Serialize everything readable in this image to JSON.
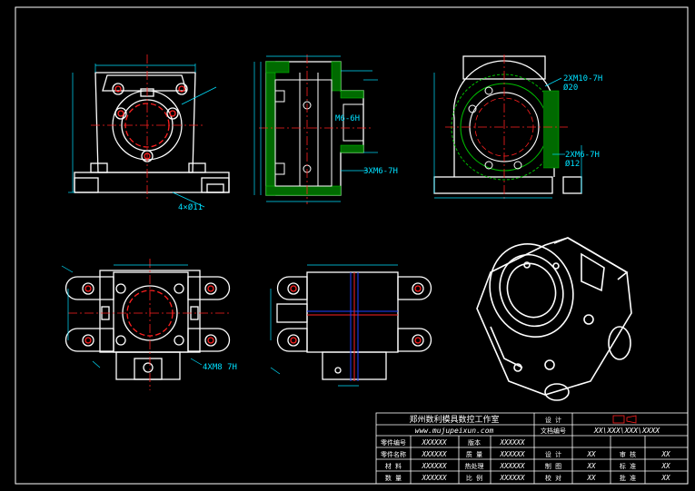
{
  "annotations": {
    "front_holes": "4×Ø11",
    "side_thread_top": "M6-6H",
    "side_thread_bottom": "3XM6-7H",
    "right_thread_1": "2XM10-7H",
    "right_dia_1": "Ø20",
    "right_thread_2": "2XM6-7H",
    "right_dia_2": "Ø12",
    "plan_thread": "4XM8 7H"
  },
  "title_block": {
    "company": "郑州数利模具数控工作室",
    "website": "www.mujupeixun.com",
    "drawing_no": "XX\\XXX\\XXX\\XXXX",
    "left_rows": [
      {
        "k1": "零件编号",
        "v1": "XXXXXX",
        "k2": "版本",
        "v2": "XXXXXX"
      },
      {
        "k1": "零件名称",
        "v1": "XXXXXX",
        "k2": "质 量",
        "v2": "XXXXXX"
      },
      {
        "k1": "材  料",
        "v1": "XXXXXX",
        "k2": "热处理",
        "v2": "XXXXXX"
      },
      {
        "k1": "数  量",
        "v1": "XXXXXX",
        "k2": "比 例",
        "v2": "XXXXXX"
      }
    ],
    "right_header_1": "设  计",
    "right_header_2": "文档编号",
    "right_rows": [
      {
        "k1": "设 计",
        "v1": "XX",
        "k2": "审 核",
        "v2": "XX"
      },
      {
        "k1": "制 图",
        "v1": "XX",
        "k2": "标 准",
        "v2": "XX"
      },
      {
        "k1": "校 对",
        "v1": "XX",
        "k2": "批 准",
        "v2": "XX"
      }
    ]
  },
  "colors": {
    "outline": "#ffffff",
    "center": "#ff2020",
    "dim": "#00e0ff",
    "hatch": "#00c000",
    "cut": "#2040ff",
    "orange": "#ff9040"
  }
}
